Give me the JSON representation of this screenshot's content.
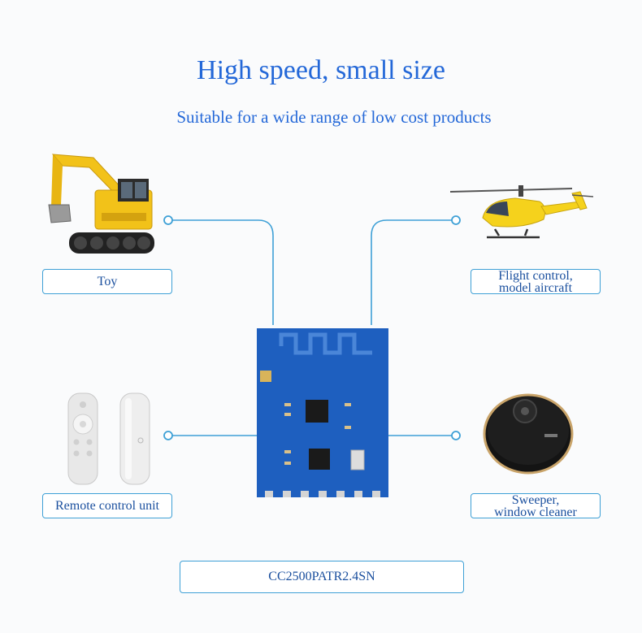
{
  "header": {
    "title": "High speed, small size",
    "subtitle": "Suitable for a wide range of low cost products"
  },
  "applications": {
    "toy": {
      "line1": "Toy"
    },
    "flight": {
      "line1": "Flight control,",
      "line2": "model aircraft"
    },
    "remote": {
      "line1": "Remote control unit"
    },
    "sweeper": {
      "line1": "Sweeper,",
      "line2": "window cleaner"
    }
  },
  "module": {
    "label": "CC2500PATR2.4SN"
  },
  "colors": {
    "accent": "#2468d8",
    "wire": "#3ea0d6",
    "pcb": "#1e5fbf"
  },
  "icons": {
    "toy": "excavator-icon",
    "flight": "helicopter-icon",
    "remote": "remote-control-icon",
    "sweeper": "robot-vacuum-icon",
    "module": "rf-module-icon"
  }
}
